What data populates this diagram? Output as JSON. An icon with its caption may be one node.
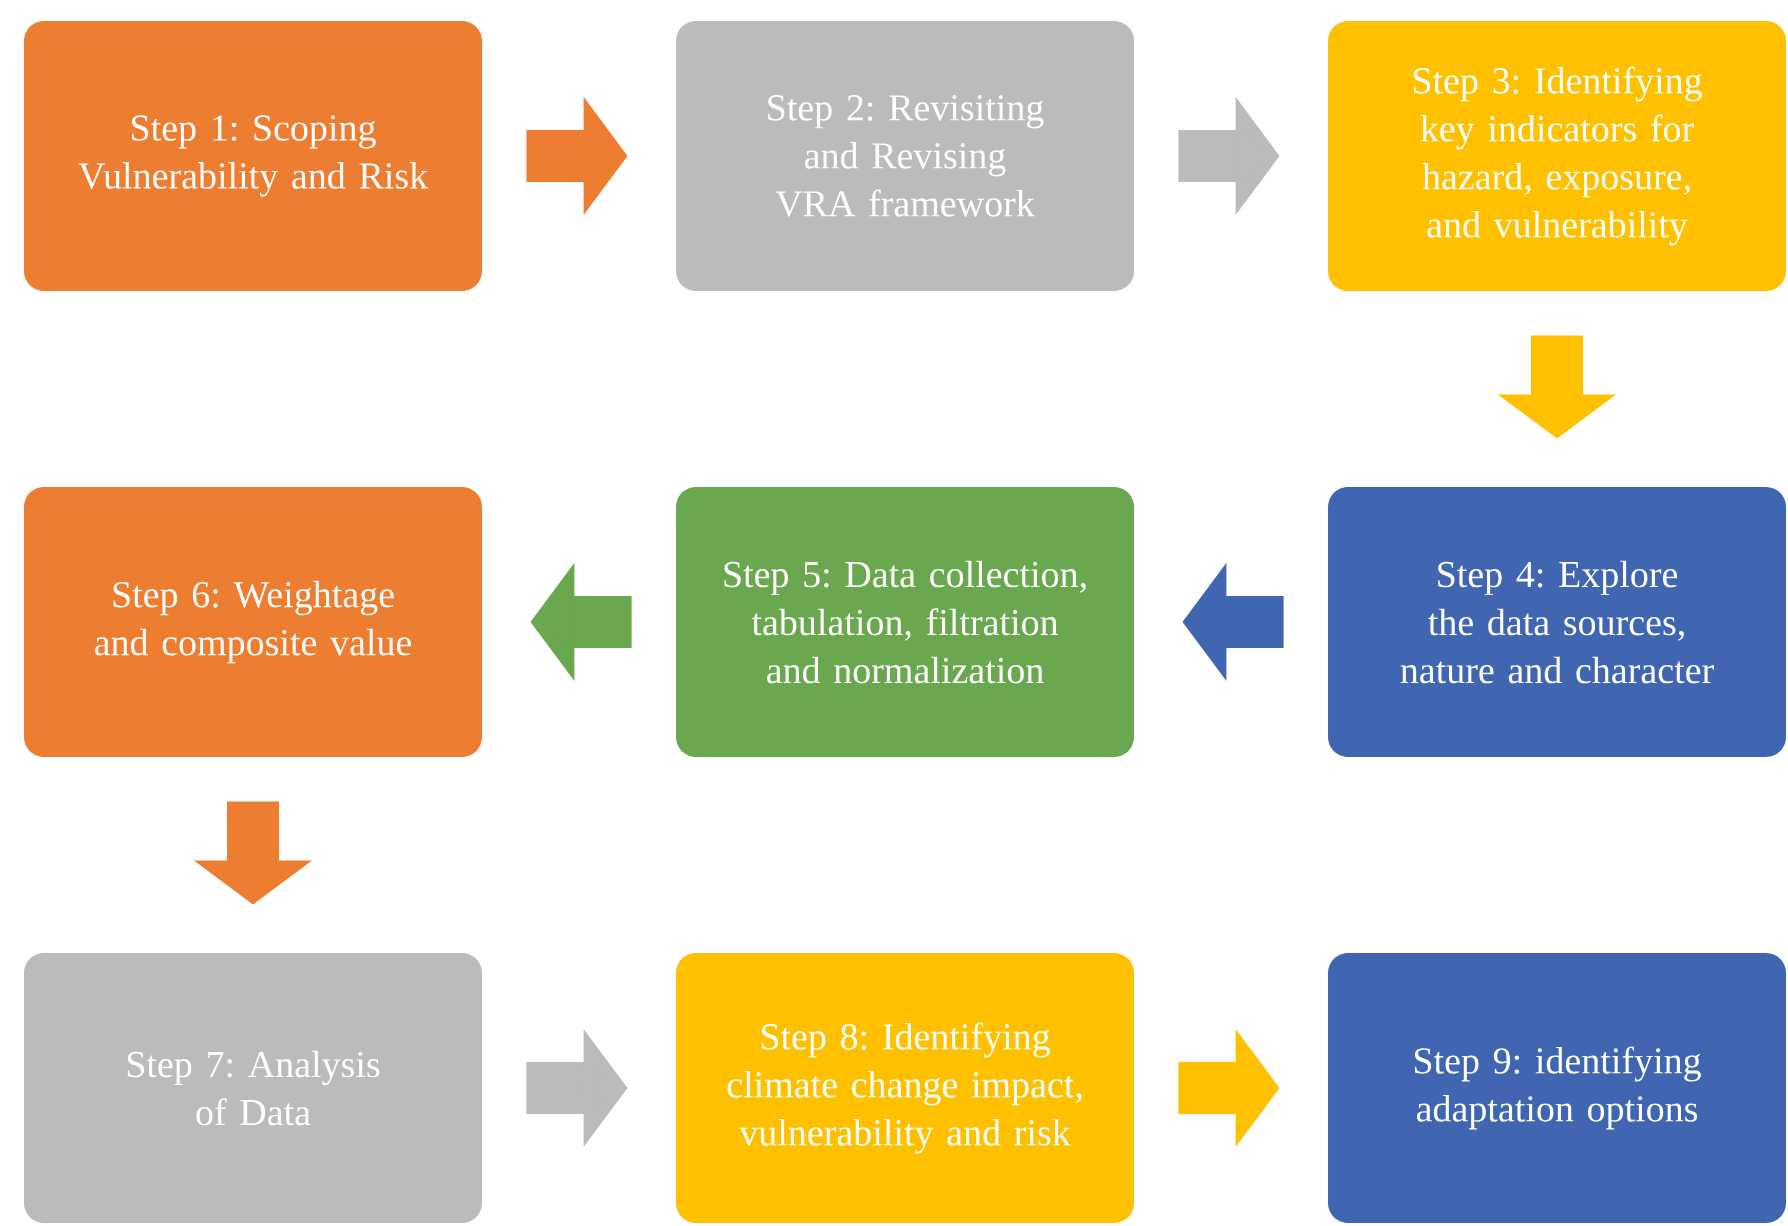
{
  "diagram": {
    "nodes": [
      {
        "text": [
          "Step 1: Scoping Vulnerability and Risk"
        ]
      },
      {
        "text": [
          "Step 2: Revisiting and Revising VRA framework"
        ]
      },
      {
        "text": [
          "Step 3: Identifying key indicators for hazard, exposure, and vulnerability"
        ]
      },
      {
        "text": [
          "Step 4: Explore the data sources, nature and character"
        ]
      },
      {
        "text": [
          "Step 5: Data collection, tabulation, filtration and normalization"
        ]
      },
      {
        "text": [
          "Step 6: Weightage and composite value"
        ]
      },
      {
        "text": [
          "Step 7: Analysis of Data"
        ]
      },
      {
        "text": [
          "Step 8: Identifying climate change impact, vulnerability and risk"
        ]
      },
      {
        "text": [
          "Step 9: identifying adaptation options"
        ]
      }
    ],
    "edges": [
      {
        "from": 0,
        "to": 1,
        "arrow": "to",
        "color": "#ED7D31"
      },
      {
        "from": 1,
        "to": 2,
        "arrow": "to",
        "color": "#BBBBBB"
      },
      {
        "from": 2,
        "to": 3,
        "arrow": "to",
        "color": "#FFC000"
      },
      {
        "from": 3,
        "to": 4,
        "arrow": "to",
        "color": "#4066B2"
      },
      {
        "from": 4,
        "to": 5,
        "arrow": "to",
        "color": "#6AA84F"
      },
      {
        "from": 5,
        "to": 6,
        "arrow": "to",
        "color": "#ED7D31"
      },
      {
        "from": 6,
        "to": 7,
        "arrow": "to",
        "color": "#BBBBBB"
      },
      {
        "from": 7,
        "to": 8,
        "arrow": "to",
        "color": "#FFC000"
      }
    ]
  }
}
